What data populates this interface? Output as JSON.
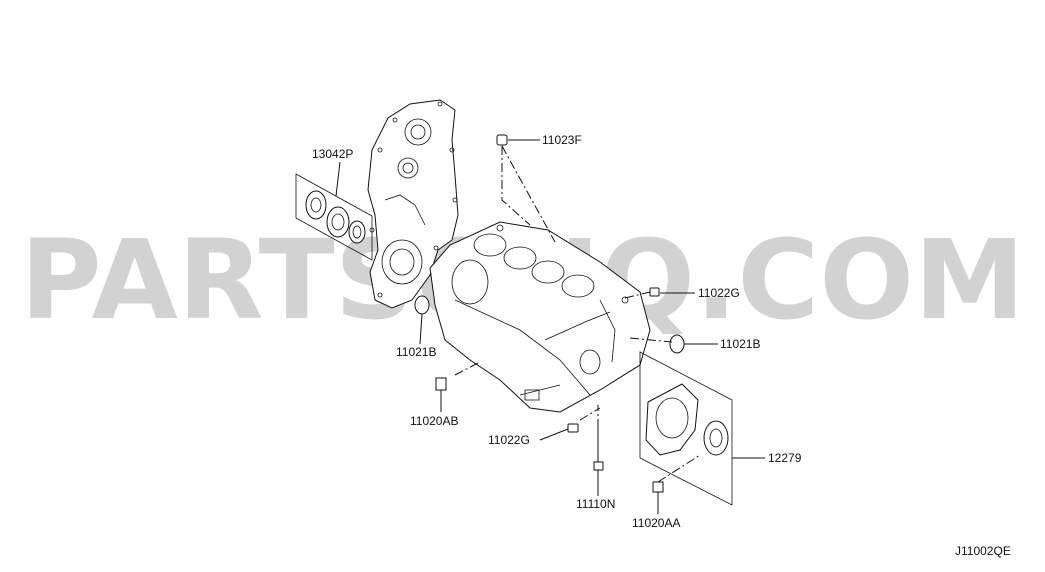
{
  "watermark": "PARTSOUQ.COM",
  "diagram_code": "J11002QE",
  "labels": {
    "l_13042P": "13042P",
    "l_11023F": "11023F",
    "l_11022G_top": "11022G",
    "l_11021B_left": "11021B",
    "l_11021B_right": "11021B",
    "l_11020AB": "11020AB",
    "l_11022G_bottom": "11022G",
    "l_11110N": "11110N",
    "l_11020AA": "11020AA",
    "l_12279": "12279"
  }
}
